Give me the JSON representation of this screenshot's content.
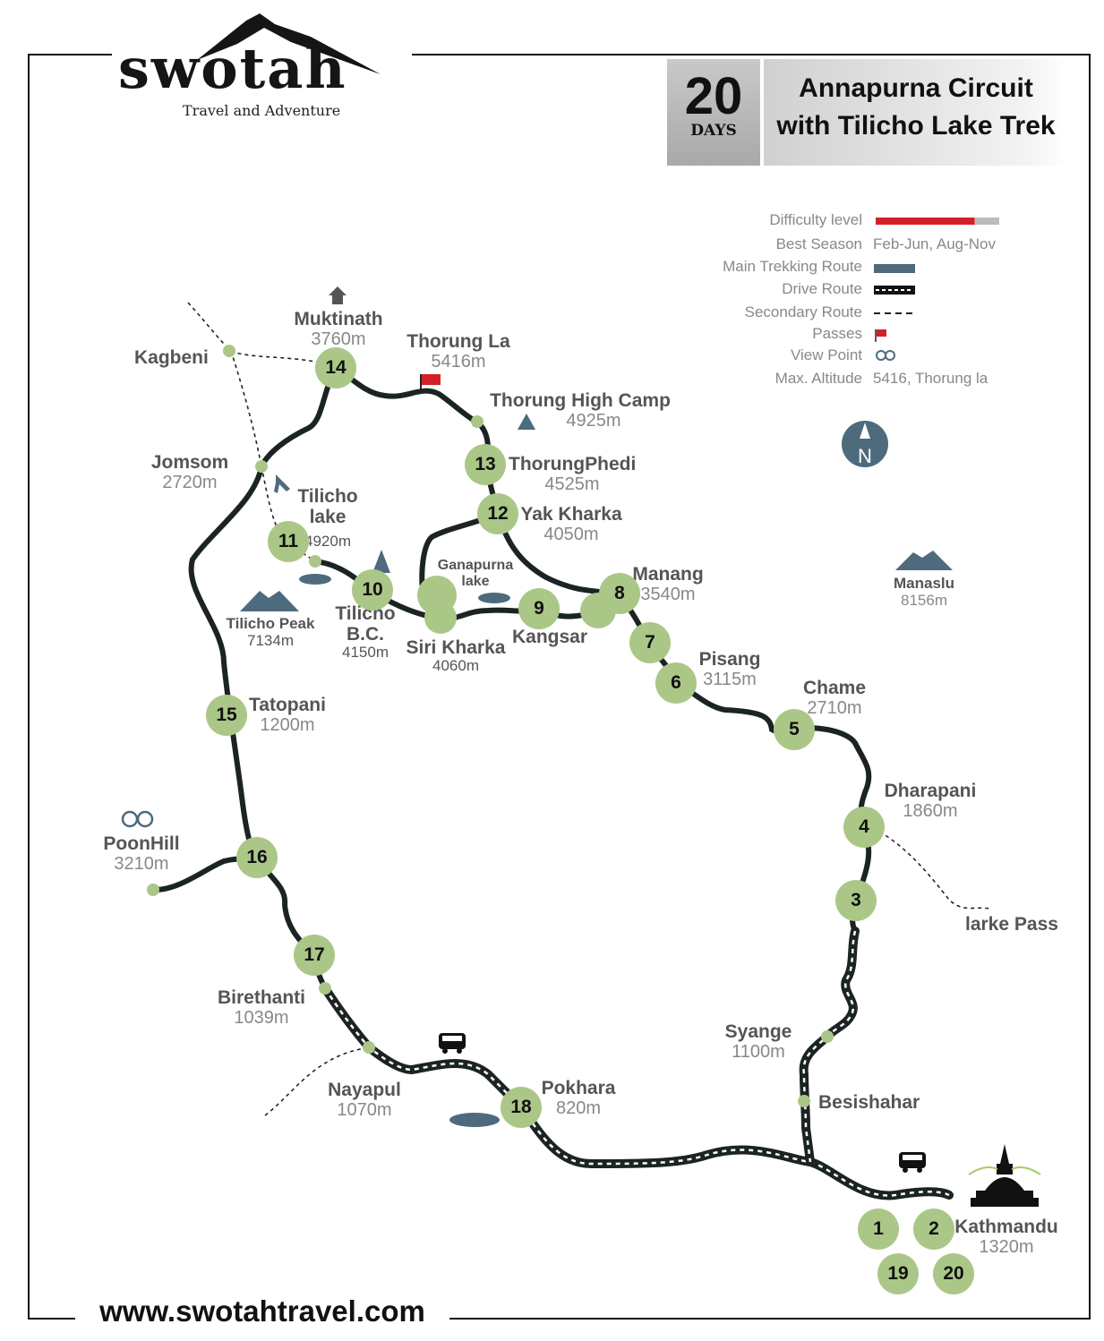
{
  "brand": {
    "name": "swotah",
    "tagline": "Travel and Adventure"
  },
  "header": {
    "days_number": "20",
    "days_label": "DAYS",
    "title_line1": "Annapurna Circuit",
    "title_line2": "with Tilicho Lake Trek"
  },
  "legend": {
    "difficulty": {
      "label": "Difficulty level",
      "level": 0.8,
      "fill_color": "#d32027",
      "track_color": "#bbbbbb"
    },
    "season": {
      "label": "Best Season",
      "value": "Feb-Jun, Aug-Nov"
    },
    "main_route": {
      "label": "Main Trekking Route",
      "color": "#4d6b7c"
    },
    "drive_route": {
      "label": "Drive Route"
    },
    "secondary_route": {
      "label": "Secondary Route"
    },
    "passes": {
      "label": "Passes",
      "icon": "red-flag-icon"
    },
    "view_point": {
      "label": "View Point",
      "icon": "binoculars-icon"
    },
    "max_altitude": {
      "label": "Max. Altitude",
      "value": "5416, Thorung la"
    }
  },
  "compass": {
    "letter": "N"
  },
  "places": {
    "muktinath": {
      "name": "Muktinath",
      "alt": "3760m"
    },
    "kagbeni": {
      "name": "Kagbeni"
    },
    "thorung_la": {
      "name": "Thorung La",
      "alt": "5416m"
    },
    "thorung_high_camp": {
      "name": "Thorung High Camp",
      "alt": "4925m"
    },
    "thorungphedi": {
      "name": "ThorungPhedi",
      "alt": "4525m"
    },
    "yak_kharka": {
      "name": "Yak Kharka",
      "alt": "4050m"
    },
    "jomsom": {
      "name": "Jomsom",
      "alt": "2720m"
    },
    "tilicho_lake": {
      "name1": "Tilicho",
      "name2": "lake",
      "alt": "4920m"
    },
    "ganapurna": {
      "name1": "Ganapurna",
      "name2": "lake"
    },
    "manang": {
      "name": "Manang",
      "alt": "3540m"
    },
    "manaslu": {
      "name": "Manaslu",
      "alt": "8156m"
    },
    "tilicho_bc": {
      "name1": "Tilicho",
      "name2": "B.C.",
      "alt": "4150m"
    },
    "tilicho_peak": {
      "name": "Tilicho Peak",
      "alt": "7134m"
    },
    "siri_kharka": {
      "name": "Siri Kharka",
      "alt": "4060m"
    },
    "kangsar": {
      "name": "Kangsar"
    },
    "pisang": {
      "name": "Pisang",
      "alt": "3115m"
    },
    "chame": {
      "name": "Chame",
      "alt": "2710m"
    },
    "tatopani": {
      "name": "Tatopani",
      "alt": "1200m"
    },
    "dharapani": {
      "name": "Dharapani",
      "alt": "1860m"
    },
    "poonhill": {
      "name": "PoonHill",
      "alt": "3210m"
    },
    "larke_pass": {
      "name": "larke Pass"
    },
    "birethanti": {
      "name": "Birethanti",
      "alt": "1039m"
    },
    "syange": {
      "name": "Syange",
      "alt": "1100m"
    },
    "nayapul": {
      "name": "Nayapul",
      "alt": "1070m"
    },
    "pokhara": {
      "name": "Pokhara",
      "alt": "820m"
    },
    "besishahar": {
      "name": "Besishahar"
    },
    "kathmandu": {
      "name": "Kathmandu",
      "alt": "1320m"
    }
  },
  "days": [
    "1",
    "2",
    "3",
    "4",
    "5",
    "6",
    "7",
    "8",
    "9",
    "10",
    "11",
    "12",
    "13",
    "14",
    "15",
    "16",
    "17",
    "18",
    "19",
    "20"
  ],
  "website": "www.swotahtravel.com"
}
